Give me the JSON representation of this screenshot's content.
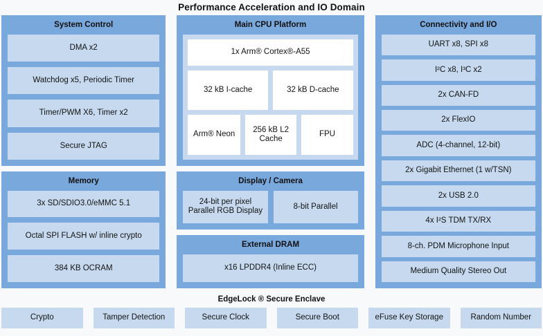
{
  "title": "Performance Acceleration and IO Domain",
  "colors": {
    "panel_blue": "#79a8dd",
    "item_blue": "#c6d9ee",
    "cpu_box_white": "#ffffff",
    "page_background": "#f7f9fb",
    "text": "#131313"
  },
  "panels": {
    "system_control": {
      "title": "System Control",
      "items": [
        "DMA x2",
        "Watchdog x5, Periodic Timer",
        "Timer/PWM X6, Timer x2",
        "Secure JTAG"
      ]
    },
    "memory": {
      "title": "Memory",
      "items": [
        "3x SD/SDIO3.0/eMMC 5.1",
        "Octal SPI FLASH w/ inline crypto",
        "384 KB OCRAM"
      ]
    },
    "main_cpu_platform": {
      "title": "Main CPU Platform",
      "cpu_core": "1x Arm® Cortex®-A55",
      "cache_row": [
        "32 kB I-cache",
        "32 kB D-cache"
      ],
      "unit_row": [
        "Arm® Neon",
        "256 kB L2 Cache",
        "FPU"
      ]
    },
    "display_camera": {
      "title": "Display / Camera",
      "items": [
        "24-bit per pixel Parallel RGB Display",
        "8-bit Parallel"
      ]
    },
    "external_dram": {
      "title": "External DRAM",
      "items": [
        "x16 LPDDR4 (Inline ECC)"
      ]
    },
    "connectivity_io": {
      "title": "Connectivity and I/O",
      "items": [
        "UART x8, SPI x8",
        "I²C x8, I³C x2",
        "2x CAN-FD",
        "2x FlexIO",
        "ADC (4-channel, 12-bit)",
        "2x Gigabit Ethernet (1 w/TSN)",
        "2x USB 2.0",
        "4x I²S TDM TX/RX",
        "8-ch. PDM Microphone Input",
        "Medium Quality Stereo Out"
      ]
    },
    "edgelock_secure_enclave": {
      "title": "EdgeLock ® Secure Enclave",
      "items": [
        "Crypto",
        "Tamper Detection",
        "Secure Clock",
        "Secure Boot",
        "eFuse Key Storage",
        "Random Number"
      ]
    }
  }
}
